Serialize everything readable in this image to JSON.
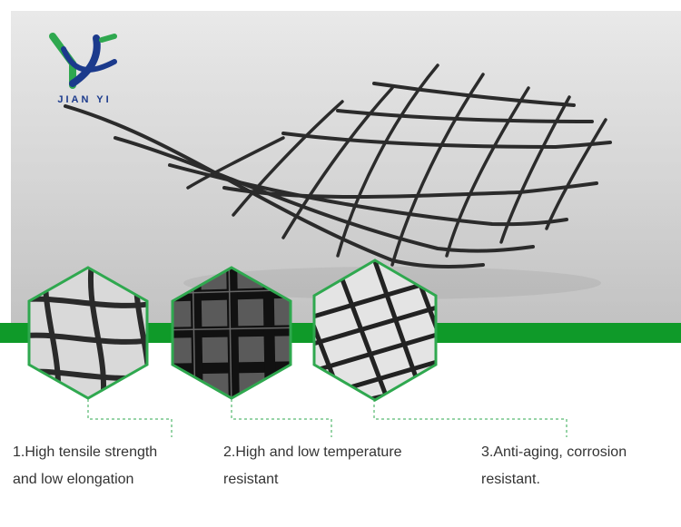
{
  "brand": {
    "name": "JIAN YI",
    "colors": {
      "blue": "#1b3a8c",
      "green": "#2fa84f",
      "band": "#0f9a29"
    }
  },
  "features": [
    {
      "line1": "1.High tensile strength",
      "line2": "and low elongation"
    },
    {
      "line1": "2.High and low temperature",
      "line2": "resistant"
    },
    {
      "line1": "3.Anti-aging, corrosion",
      "line2": "resistant."
    }
  ]
}
